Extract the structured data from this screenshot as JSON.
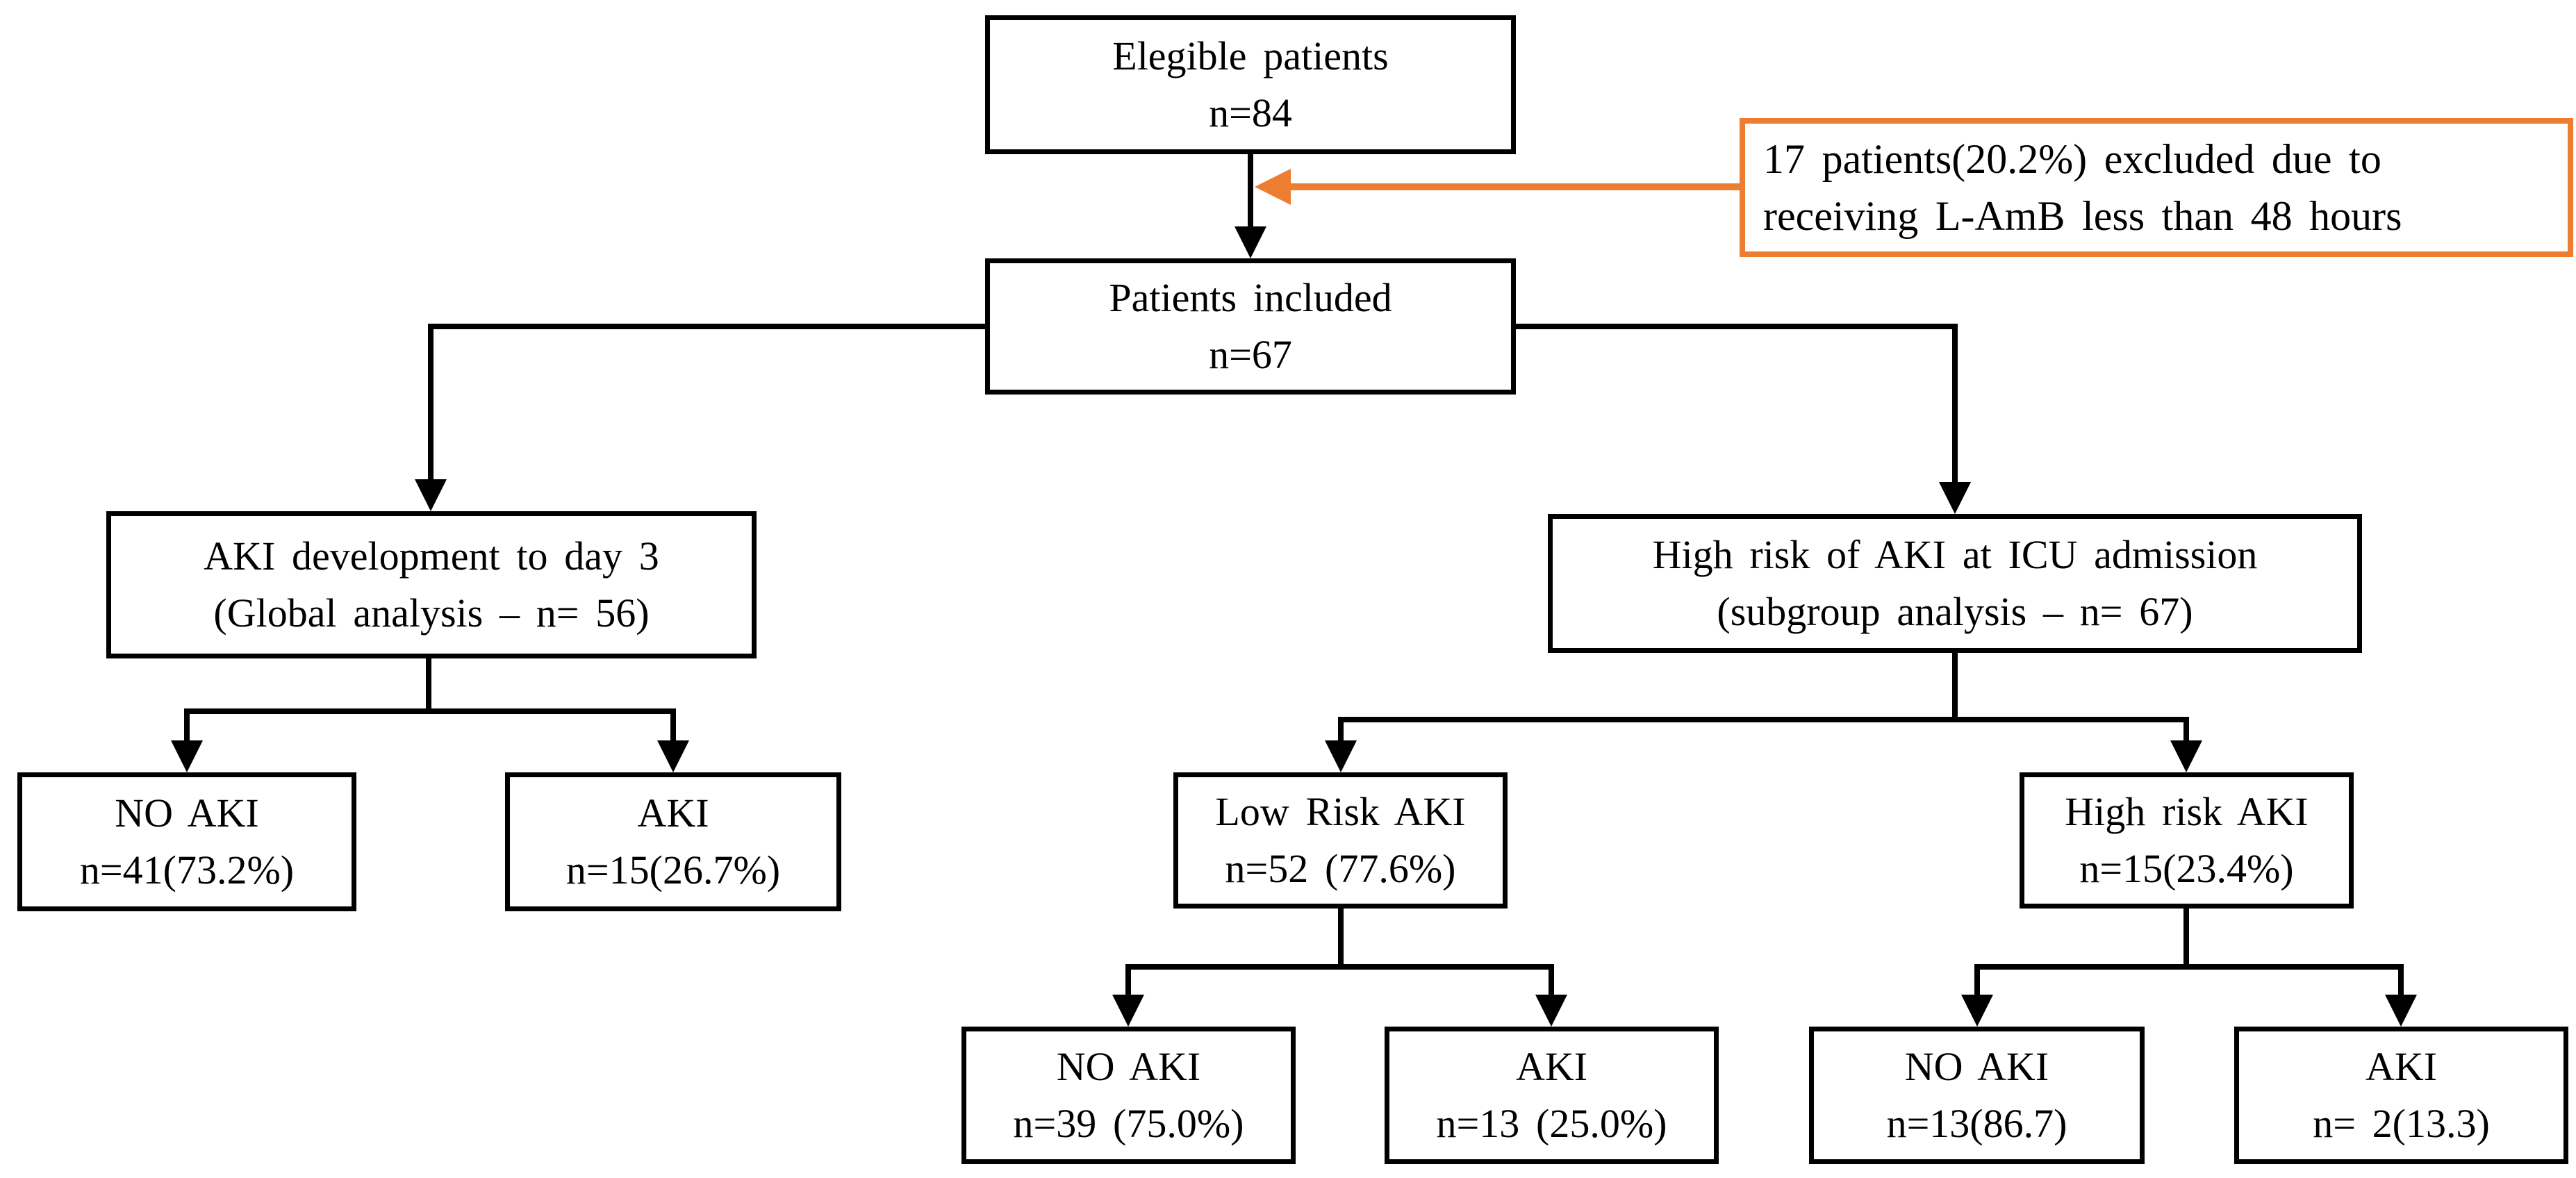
{
  "colors": {
    "line": "#000000",
    "exclusion_accent": "#ED7D31",
    "background": "#FFFFFF"
  },
  "nodes": {
    "eligible": {
      "line1": "Elegible patients",
      "line2": "n=84"
    },
    "excluded": {
      "line1": "17 patients(20.2%) excluded due to",
      "line2": "receiving L-AmB less than 48 hours"
    },
    "included": {
      "line1": "Patients included",
      "line2": "n=67"
    },
    "global": {
      "line1": "AKI development to day 3",
      "line2": "(Global analysis – n= 56)"
    },
    "subgroup": {
      "line1": "High risk of AKI at ICU admission",
      "line2": "(subgroup analysis – n= 67)"
    },
    "global_no_aki": {
      "line1": "NO AKI",
      "line2": "n=41(73.2%)"
    },
    "global_aki": {
      "line1": "AKI",
      "line2": "n=15(26.7%)"
    },
    "low_risk": {
      "line1": "Low Risk AKI",
      "line2": "n=52 (77.6%)"
    },
    "high_risk": {
      "line1": "High risk AKI",
      "line2": "n=15(23.4%)"
    },
    "low_risk_no_aki": {
      "line1": "NO AKI",
      "line2": "n=39 (75.0%)"
    },
    "low_risk_aki": {
      "line1": "AKI",
      "line2": "n=13 (25.0%)"
    },
    "high_risk_no_aki": {
      "line1": "NO AKI",
      "line2": "n=13(86.7)"
    },
    "high_risk_aki": {
      "line1": "AKI",
      "line2": "n= 2(13.3)"
    }
  }
}
